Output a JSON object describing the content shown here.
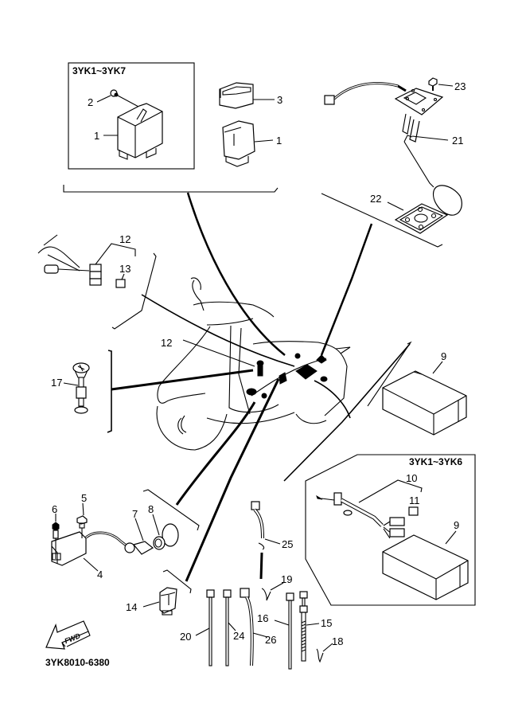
{
  "diagram": {
    "title_code": "3YK8010-6380",
    "direction_badge": "FWD",
    "variant_boxes": {
      "top_left": "3YK1~3YK7",
      "right_battery": "3YK1~3YK6"
    },
    "callouts": {
      "c1a": "1",
      "c1b": "1",
      "c2": "2",
      "c3": "3",
      "c4": "4",
      "c5": "5",
      "c6": "6",
      "c7": "7",
      "c8": "8",
      "c9a": "9",
      "c9b": "9",
      "c10": "10",
      "c11": "11",
      "c12a": "12",
      "c12b": "12",
      "c13": "13",
      "c14": "14",
      "c15": "15",
      "c16": "16",
      "c17": "17",
      "c18": "18",
      "c19": "19",
      "c20": "20",
      "c21": "21",
      "c22": "22",
      "c23": "23",
      "c24": "24",
      "c25": "25",
      "c26": "26"
    }
  }
}
